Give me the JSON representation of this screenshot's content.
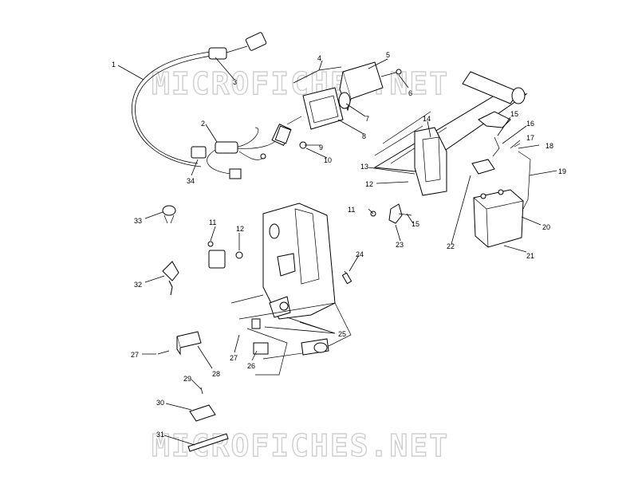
{
  "watermark": {
    "top": "MICROFICHES.NET",
    "bottom": "MICROFICHES.NET"
  },
  "callouts": [
    "1",
    "2",
    "3",
    "4",
    "5",
    "6",
    "7",
    "8",
    "9",
    "10",
    "11",
    "12",
    "13",
    "14",
    "15",
    "16",
    "17",
    "18",
    "19",
    "20",
    "21",
    "22",
    "23",
    "24",
    "25",
    "26",
    "27",
    "28",
    "29",
    "30",
    "31",
    "32",
    "33",
    "34"
  ],
  "labels": {
    "c1": "1",
    "c2": "2",
    "c3": "3",
    "c4": "4",
    "c5": "5",
    "c6": "6",
    "c7": "7",
    "c8": "8",
    "c9": "9",
    "c10": "10",
    "c11a": "11",
    "c11b": "11",
    "c12a": "12",
    "c12b": "12",
    "c13": "13",
    "c14": "14",
    "c15a": "15",
    "c15b": "15",
    "c16": "16",
    "c17": "17",
    "c18": "18",
    "c19": "19",
    "c20": "20",
    "c21": "21",
    "c22": "22",
    "c23": "23",
    "c24": "24",
    "c25": "25",
    "c26": "26",
    "c27a": "27",
    "c27b": "27",
    "c28": "28",
    "c29": "29",
    "c30": "30",
    "c31": "31",
    "c32": "32",
    "c33": "33",
    "c34": "34"
  }
}
